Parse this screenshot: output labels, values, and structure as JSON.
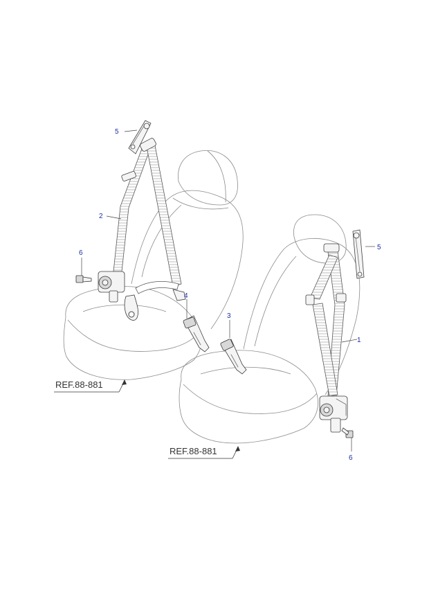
{
  "callouts": {
    "c1": "1",
    "c2": "2",
    "c3": "3",
    "c4": "4",
    "c5_left": "5",
    "c5_right": "5",
    "c6_left": "6",
    "c6_right": "6"
  },
  "references": {
    "ref_left": "REF.88-881",
    "ref_right": "REF.88-881"
  },
  "colors": {
    "callout_text": "#1c2da0",
    "line_art": "#555555"
  }
}
